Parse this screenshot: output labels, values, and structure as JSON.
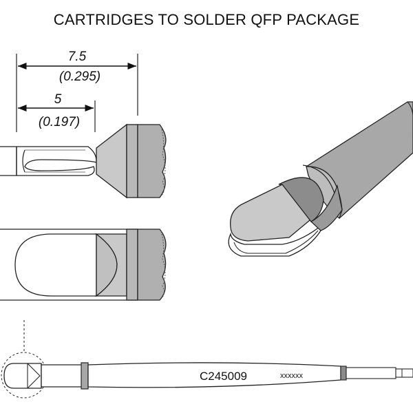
{
  "title": "CARTRIDGES TO SOLDER QFP PACKAGE",
  "dimensions": {
    "overall_mm": "7.5",
    "overall_in": "(0.295)",
    "slot_mm": "5",
    "slot_in": "(0.197)"
  },
  "cartridge": {
    "code": "C245009",
    "suffix": "xxxxxx"
  },
  "colors": {
    "outline": "#222222",
    "metal_light": "#c9c9c9",
    "metal_mid": "#a8a8a8",
    "metal_dark": "#8c8c8c",
    "tip_face": "#b8b8b8"
  }
}
